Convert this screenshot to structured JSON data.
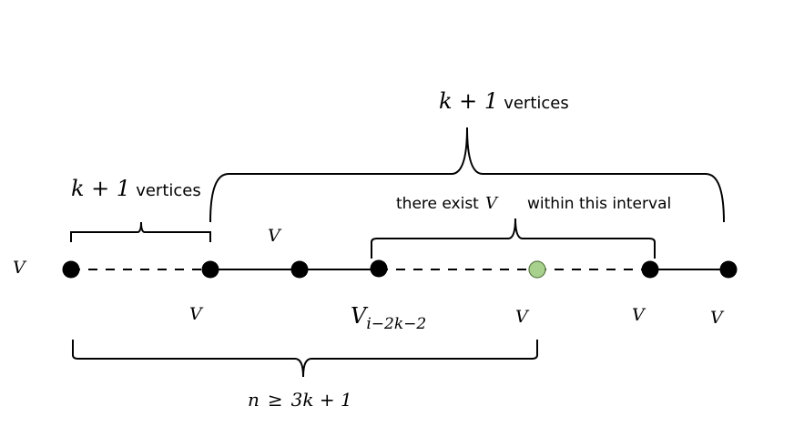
{
  "labels": {
    "v_left": "V",
    "v_above": "V",
    "v_below_1": "V",
    "v_i_main": "V",
    "v_i_sub": "i−2k−2",
    "v_below_green": "V",
    "v_below_3": "V",
    "v_below_4": "V"
  },
  "braces": {
    "top_math": "k + 1",
    "top_word": "vertices",
    "left_math": "k + 1",
    "left_word": "vertices",
    "interval_pre": "there exist",
    "interval_v": "V",
    "interval_post": "within this interval",
    "bottom_n": "n",
    "bottom_geq": "≥",
    "bottom_expr": "3k + 1"
  },
  "colors": {
    "vertex": "#000000",
    "highlight_vertex": "#a9d18e",
    "highlight_stroke": "#5a7a45"
  }
}
